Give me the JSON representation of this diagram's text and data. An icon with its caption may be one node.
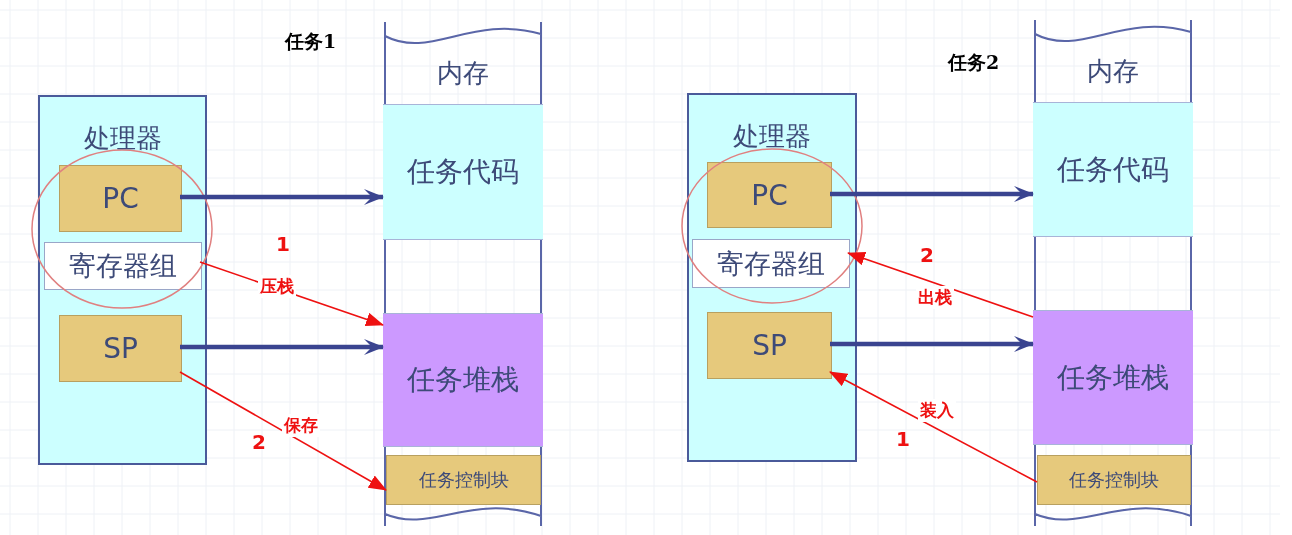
{
  "diagram": {
    "nodes": [
      {
        "text": [
          "处理器"
        ]
      },
      {
        "text": [
          "PC"
        ],
        "in": 0
      },
      {
        "text": [
          "寄存器组"
        ],
        "in": 0
      },
      {
        "text": [
          "SP"
        ],
        "in": 0
      },
      {
        "text": [
          "内存"
        ]
      },
      {
        "text": [
          "任务代码"
        ],
        "in": 4
      },
      {
        "text": [
          "任务堆栈"
        ],
        "in": 4
      },
      {
        "text": [
          "任务控制块"
        ],
        "in": 4
      },
      {
        "text": [
          "处理器"
        ]
      },
      {
        "text": [
          "PC"
        ],
        "in": 8
      },
      {
        "text": [
          "寄存器组"
        ],
        "in": 8
      },
      {
        "text": [
          "SP"
        ],
        "in": 8
      },
      {
        "text": [
          "内存"
        ]
      },
      {
        "text": [
          "任务代码"
        ],
        "in": 12
      },
      {
        "text": [
          "任务堆栈"
        ],
        "in": 12
      },
      {
        "text": [
          "任务控制块"
        ],
        "in": 12
      }
    ],
    "edges": [
      {
        "from": 1,
        "to": 5,
        "arrow": "to",
        "style": "thick"
      },
      {
        "from": 2,
        "to": 6,
        "arrow": "to",
        "label": "压栈",
        "color": "#ee1111"
      },
      {
        "from": 3,
        "to": 7,
        "arrow": "to",
        "label": "保存",
        "color": "#ee1111"
      },
      {
        "from": 3,
        "to": 6,
        "arrow": "to",
        "style": "thick"
      },
      {
        "from": 9,
        "to": 13,
        "arrow": "to",
        "style": "thick"
      },
      {
        "from": 14,
        "to": 10,
        "arrow": "to",
        "label": "出栈",
        "color": "#ee1111"
      },
      {
        "from": 11,
        "to": 14,
        "arrow": "to",
        "style": "thick"
      },
      {
        "from": 15,
        "to": 11,
        "arrow": "to",
        "label": "装入",
        "color": "#ee1111"
      }
    ],
    "labels": [
      "任务1",
      "1",
      "2",
      "任务2",
      "2",
      "1"
    ]
  }
}
